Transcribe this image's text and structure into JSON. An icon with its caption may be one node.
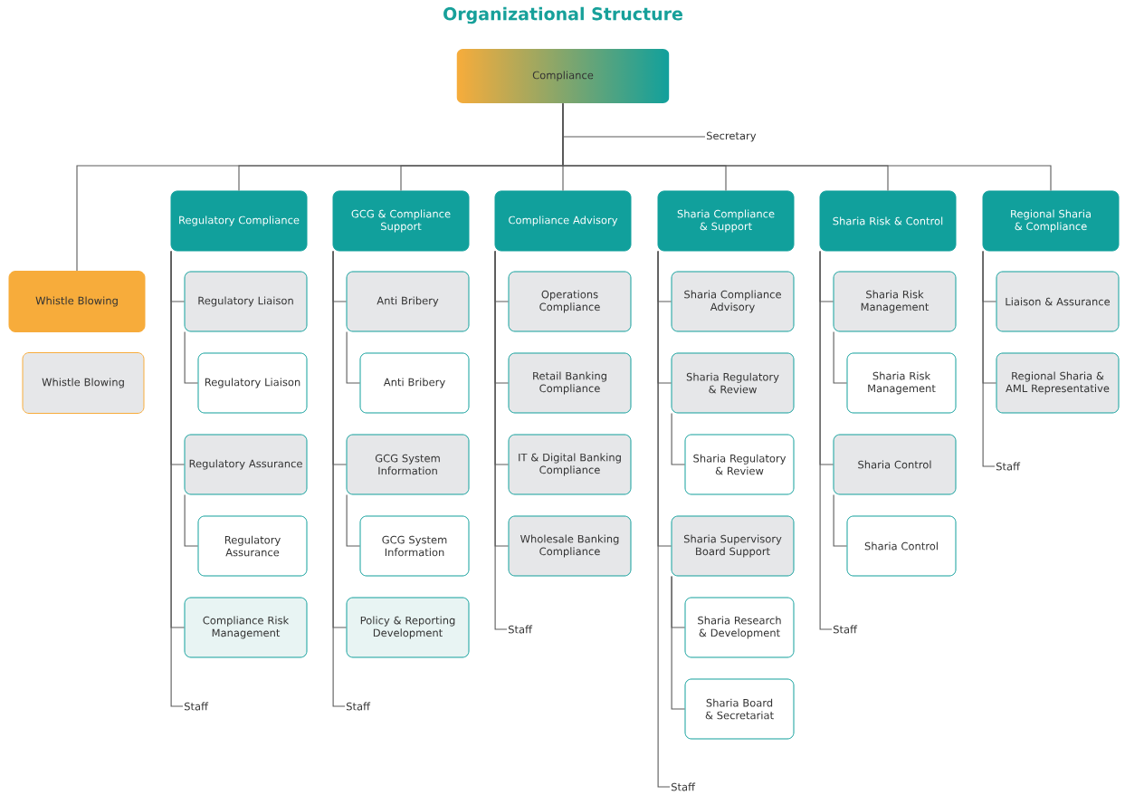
{
  "diagram": {
    "title": "Organizational Structure",
    "nodes": [
      {
        "text": [
          "Compliance"
        ]
      },
      {
        "text": [
          "Secretary"
        ]
      },
      {
        "text": [
          "Whistle Blowing"
        ]
      },
      {
        "text": [
          "Whistle Blowing"
        ]
      },
      {
        "text": [
          "Regulatory Compliance"
        ]
      },
      {
        "text": [
          "Regulatory Liaison"
        ]
      },
      {
        "text": [
          "Regulatory Liaison"
        ]
      },
      {
        "text": [
          "Regulatory Assurance"
        ]
      },
      {
        "text": [
          "Regulatory Assurance"
        ]
      },
      {
        "text": [
          "Compliance Risk Management"
        ]
      },
      {
        "text": [
          "Staff"
        ]
      },
      {
        "text": [
          "GCG & Compliance Support"
        ]
      },
      {
        "text": [
          "Anti Bribery"
        ]
      },
      {
        "text": [
          "Anti Bribery"
        ]
      },
      {
        "text": [
          "GCG System Information"
        ]
      },
      {
        "text": [
          "GCG System Information"
        ]
      },
      {
        "text": [
          "Policy & Reporting Development"
        ]
      },
      {
        "text": [
          "Staff"
        ]
      },
      {
        "text": [
          "Compliance Advisory"
        ]
      },
      {
        "text": [
          "Operations Compliance"
        ]
      },
      {
        "text": [
          "Retail Banking Compliance"
        ]
      },
      {
        "text": [
          "IT & Digital Banking Compliance"
        ]
      },
      {
        "text": [
          "Wholesale Banking Compliance"
        ]
      },
      {
        "text": [
          "Staff"
        ]
      },
      {
        "text": [
          "Sharia Compliance & Support"
        ]
      },
      {
        "text": [
          "Sharia Compliance Advisory"
        ]
      },
      {
        "text": [
          "Sharia Regulatory & Review"
        ]
      },
      {
        "text": [
          "Sharia Regulatory & Review"
        ]
      },
      {
        "text": [
          "Sharia Supervisory Board Support"
        ]
      },
      {
        "text": [
          "Sharia Research & Development"
        ]
      },
      {
        "text": [
          "Sharia Board & Secretariat"
        ]
      },
      {
        "text": [
          "Staff"
        ]
      },
      {
        "text": [
          "Sharia Risk & Control"
        ]
      },
      {
        "text": [
          "Sharia Risk Management"
        ]
      },
      {
        "text": [
          "Sharia Risk Management"
        ]
      },
      {
        "text": [
          "Sharia Control"
        ]
      },
      {
        "text": [
          "Sharia Control"
        ]
      },
      {
        "text": [
          "Staff"
        ]
      },
      {
        "text": [
          "Regional Sharia & Compliance"
        ]
      },
      {
        "text": [
          "Liaison & Assurance"
        ]
      },
      {
        "text": [
          "Regional Sharia & AML Representative"
        ]
      },
      {
        "text": [
          "Staff"
        ]
      }
    ],
    "edges": [
      {
        "from": 0,
        "to": 1,
        "arrow": "none"
      },
      {
        "from": 0,
        "to": 2,
        "arrow": "none"
      },
      {
        "from": 0,
        "to": 4,
        "arrow": "none"
      },
      {
        "from": 0,
        "to": 11,
        "arrow": "none"
      },
      {
        "from": 0,
        "to": 18,
        "arrow": "none"
      },
      {
        "from": 0,
        "to": 24,
        "arrow": "none"
      },
      {
        "from": 0,
        "to": 32,
        "arrow": "none"
      },
      {
        "from": 0,
        "to": 38,
        "arrow": "none"
      },
      {
        "from": 4,
        "to": 5,
        "arrow": "none"
      },
      {
        "from": 5,
        "to": 6,
        "arrow": "none"
      },
      {
        "from": 4,
        "to": 7,
        "arrow": "none"
      },
      {
        "from": 7,
        "to": 8,
        "arrow": "none"
      },
      {
        "from": 4,
        "to": 9,
        "arrow": "none"
      },
      {
        "from": 4,
        "to": 10,
        "arrow": "none"
      },
      {
        "from": 11,
        "to": 12,
        "arrow": "none"
      },
      {
        "from": 12,
        "to": 13,
        "arrow": "none"
      },
      {
        "from": 11,
        "to": 14,
        "arrow": "none"
      },
      {
        "from": 14,
        "to": 15,
        "arrow": "none"
      },
      {
        "from": 11,
        "to": 16,
        "arrow": "none"
      },
      {
        "from": 11,
        "to": 17,
        "arrow": "none"
      },
      {
        "from": 18,
        "to": 19,
        "arrow": "none"
      },
      {
        "from": 18,
        "to": 20,
        "arrow": "none"
      },
      {
        "from": 18,
        "to": 21,
        "arrow": "none"
      },
      {
        "from": 18,
        "to": 22,
        "arrow": "none"
      },
      {
        "from": 18,
        "to": 23,
        "arrow": "none"
      },
      {
        "from": 24,
        "to": 25,
        "arrow": "none"
      },
      {
        "from": 24,
        "to": 26,
        "arrow": "none"
      },
      {
        "from": 26,
        "to": 27,
        "arrow": "none"
      },
      {
        "from": 24,
        "to": 28,
        "arrow": "none"
      },
      {
        "from": 28,
        "to": 29,
        "arrow": "none"
      },
      {
        "from": 28,
        "to": 30,
        "arrow": "none"
      },
      {
        "from": 24,
        "to": 31,
        "arrow": "none"
      },
      {
        "from": 32,
        "to": 33,
        "arrow": "none"
      },
      {
        "from": 33,
        "to": 34,
        "arrow": "none"
      },
      {
        "from": 32,
        "to": 35,
        "arrow": "none"
      },
      {
        "from": 35,
        "to": 36,
        "arrow": "none"
      },
      {
        "from": 32,
        "to": 37,
        "arrow": "none"
      },
      {
        "from": 38,
        "to": 39,
        "arrow": "none"
      },
      {
        "from": 38,
        "to": 40,
        "arrow": "none"
      },
      {
        "from": 38,
        "to": 41,
        "arrow": "none"
      }
    ]
  }
}
